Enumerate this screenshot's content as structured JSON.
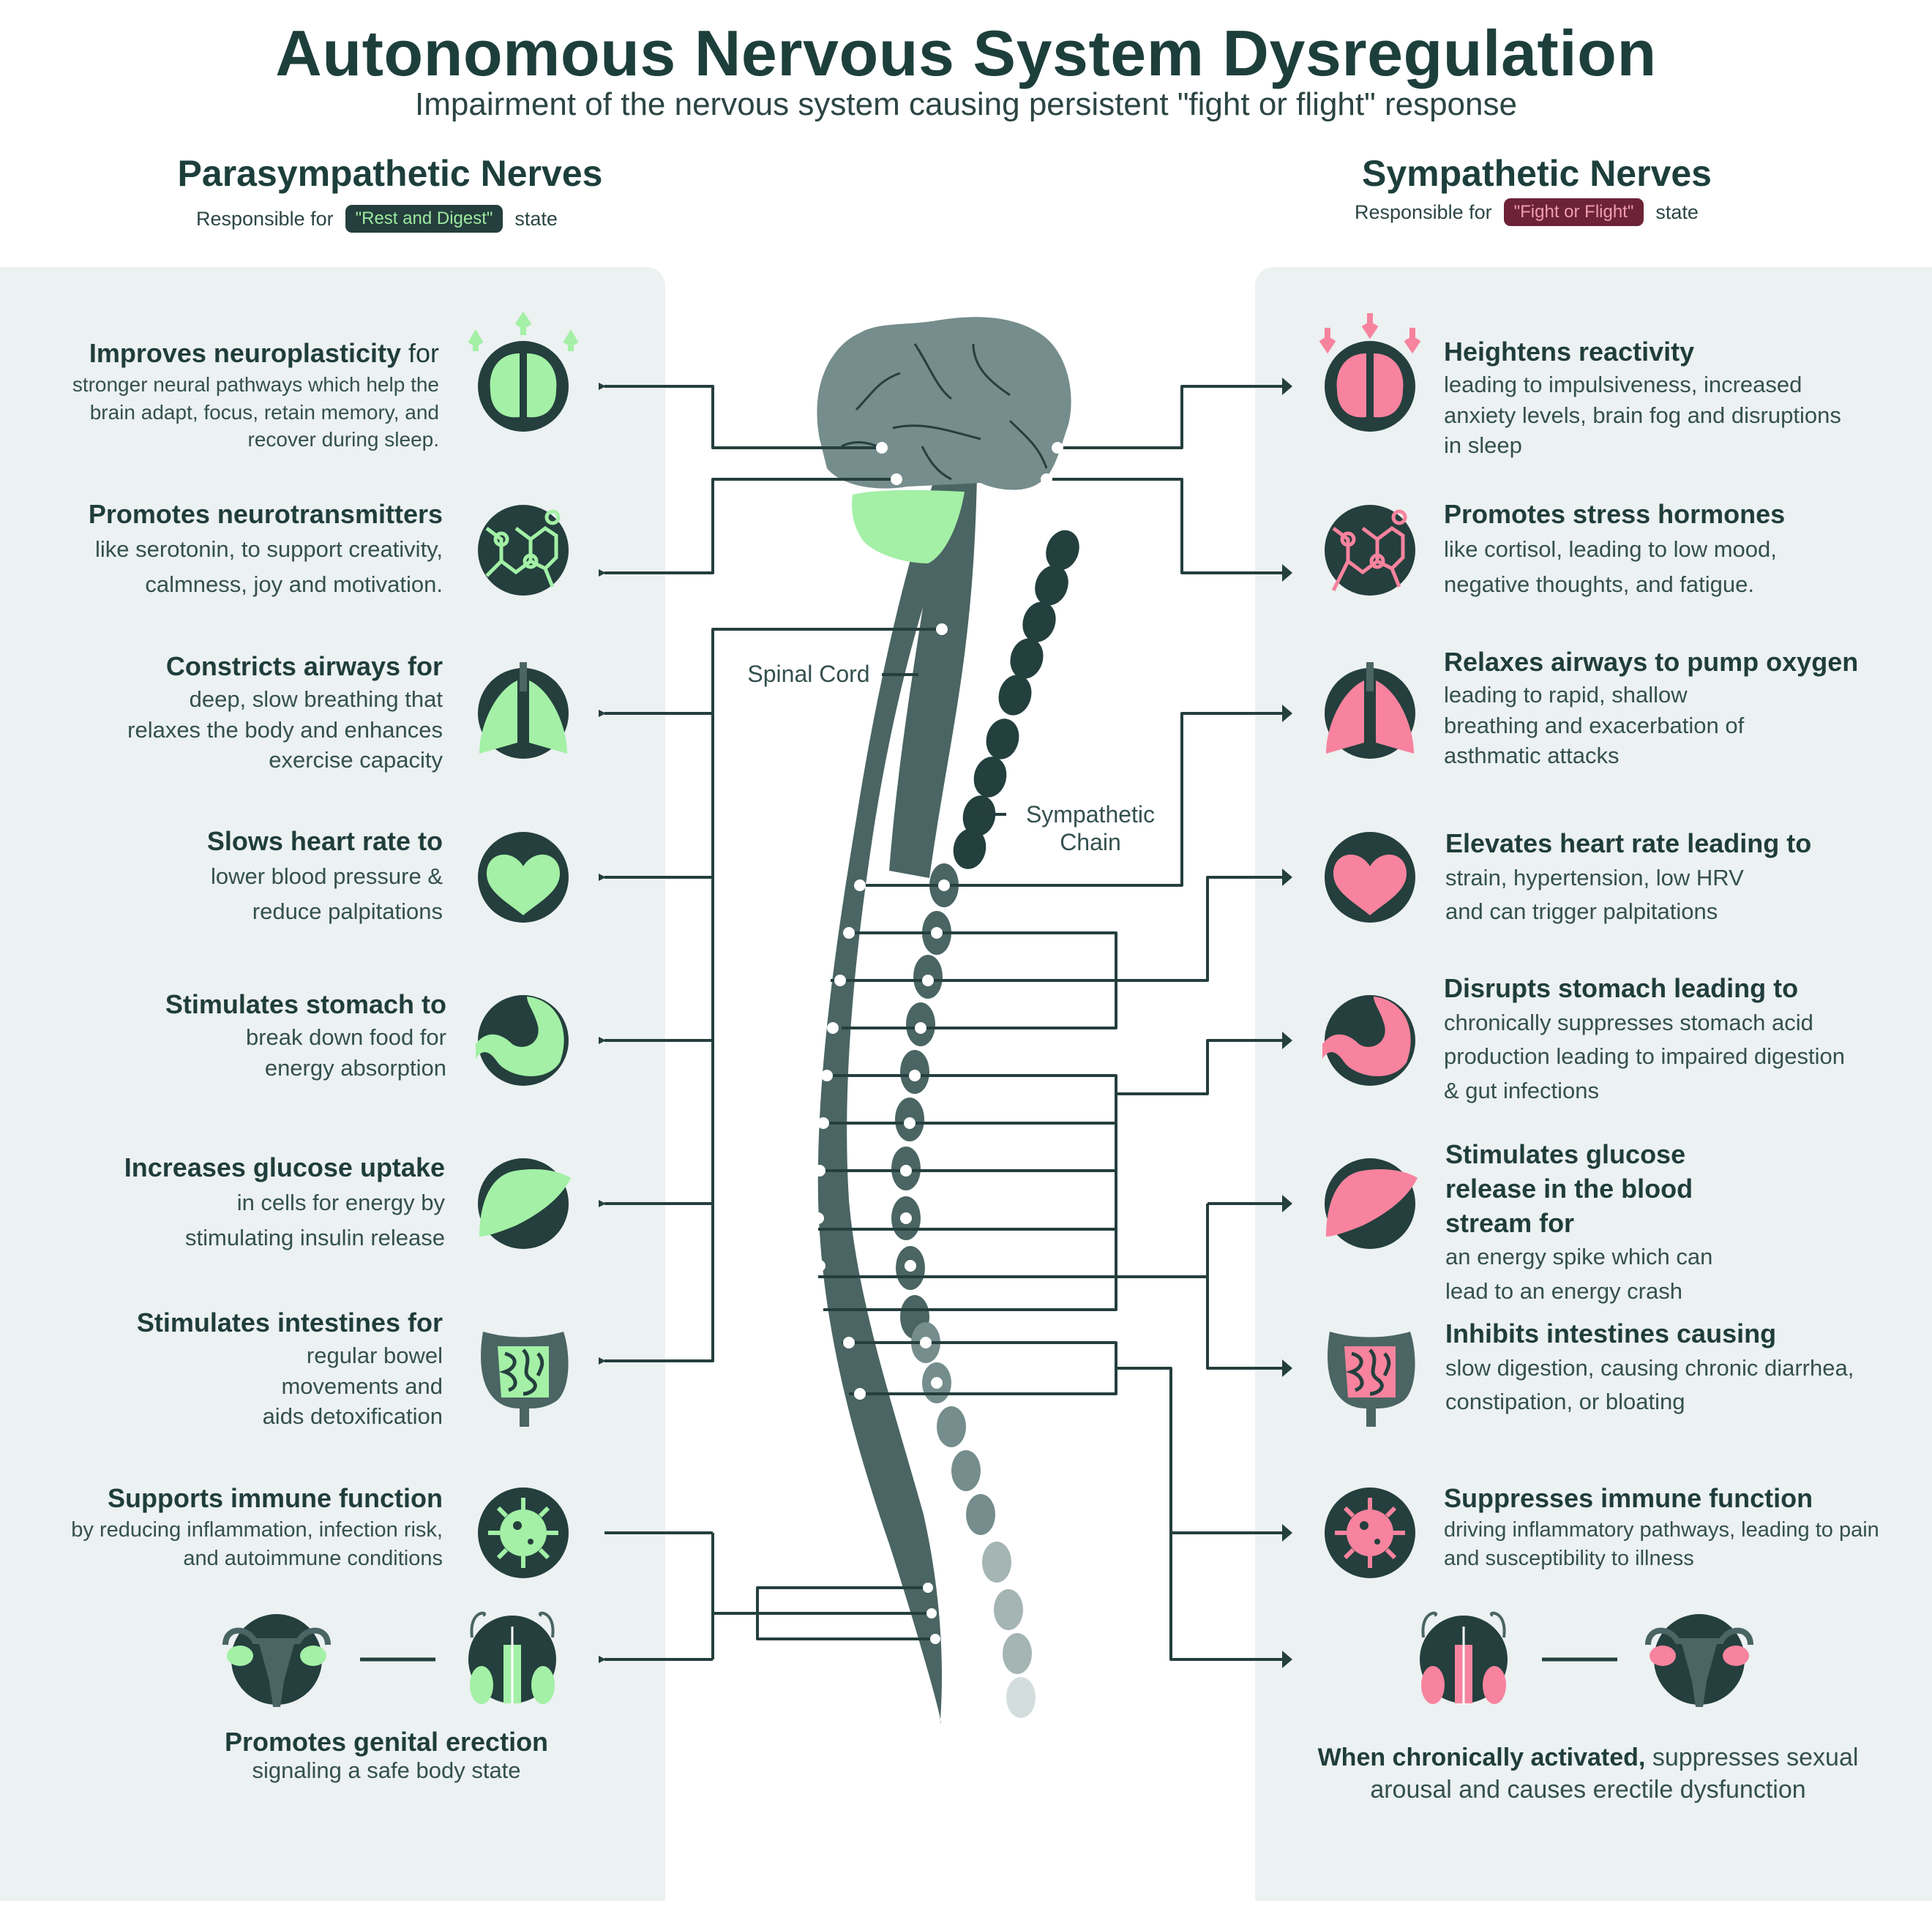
{
  "header": {
    "title": "Autonomous Nervous System Dysregulation",
    "subtitle": "Impairment of the nervous system causing persistent \"fight or flight\" response"
  },
  "colors": {
    "dark": "#243f3d",
    "text": "#1d3f3c",
    "panel_bg": "#ecf1f1",
    "para_accent": "#a3f0a6",
    "symp_accent": "#f7839e",
    "brain_gray": "#758d8c",
    "cord": "#4a6563",
    "chain_dark": "#233f3e",
    "badge_red_bg": "#6c2337"
  },
  "parasympathetic": {
    "heading": "Parasympathetic Nerves",
    "responsible_prefix": "Responsible for",
    "badge": "\"Rest and Digest\"",
    "responsible_suffix": "state",
    "items": [
      {
        "icon": "brain-icon",
        "title": "Improves neuroplasticity",
        "title_suffix": " for",
        "desc": "stronger neural pathways which help the brain adapt, focus, retain memory, and recover during sleep."
      },
      {
        "icon": "molecule-icon",
        "title": "Promotes neurotransmitters",
        "title_suffix": "",
        "desc": "like serotonin, to support creativity, calmness, joy and motivation."
      },
      {
        "icon": "lungs-icon",
        "title": "Constricts airways for",
        "title_suffix": "",
        "desc": "deep, slow breathing that relaxes the body and enhances exercise capacity"
      },
      {
        "icon": "heart-icon",
        "title": "Slows heart rate to",
        "title_suffix": "",
        "desc": "lower blood pressure & reduce palpitations"
      },
      {
        "icon": "stomach-icon",
        "title": "Stimulates stomach to",
        "title_suffix": "",
        "desc": "break down food for energy absorption"
      },
      {
        "icon": "liver-icon",
        "title": "Increases glucose uptake",
        "title_suffix": "",
        "desc": "in cells for energy by stimulating insulin release"
      },
      {
        "icon": "intestines-icon",
        "title": "Stimulates intestines for",
        "title_suffix": "",
        "desc": "regular bowel movements and aids detoxification"
      },
      {
        "icon": "virus-icon",
        "title": "Supports immune function",
        "title_suffix": "",
        "desc": "by reducing inflammation, infection risk, and autoimmune conditions"
      }
    ],
    "genital": {
      "title": "Promotes genital erection",
      "desc": "signaling a safe body state"
    }
  },
  "sympathetic": {
    "heading": "Sympathetic Nerves",
    "responsible_prefix": "Responsible for",
    "badge": "\"Fight or Flight\"",
    "responsible_suffix": "state",
    "items": [
      {
        "icon": "brain-icon",
        "title": "Heightens reactivity",
        "desc": "leading to impulsiveness, increased anxiety levels, brain fog and disruptions in sleep"
      },
      {
        "icon": "molecule-icon",
        "title": "Promotes stress hormones",
        "desc": "like cortisol, leading to low mood, negative thoughts, and fatigue."
      },
      {
        "icon": "lungs-icon",
        "title": "Relaxes airways to pump oxygen",
        "desc": "leading to rapid, shallow breathing and exacerbation of asthmatic attacks"
      },
      {
        "icon": "heart-icon",
        "title": "Elevates heart rate leading to",
        "desc": "strain, hypertension, low HRV and can trigger palpitations"
      },
      {
        "icon": "stomach-icon",
        "title": "Disrupts stomach leading to",
        "desc": "chronically suppresses stomach acid production leading to impaired digestion & gut infections"
      },
      {
        "icon": "liver-icon",
        "title": "Stimulates glucose release in the blood stream for",
        "desc": "an energy spike which can lead to an energy crash"
      },
      {
        "icon": "intestines-icon",
        "title": "Inhibits intestines causing",
        "desc": "slow digestion, causing chronic diarrhea, constipation, or bloating"
      },
      {
        "icon": "virus-icon",
        "title": "Suppresses immune function",
        "desc": "driving inflammatory pathways, leading to pain and susceptibility to illness"
      }
    ],
    "genital": {
      "title_bold": "When chronically activated,",
      "desc": " suppresses sexual arousal and causes erectile dysfunction"
    }
  },
  "center": {
    "spinal_cord_label": "Spinal Cord",
    "chain_label_line1": "Sympathetic",
    "chain_label_line2": "Chain"
  }
}
